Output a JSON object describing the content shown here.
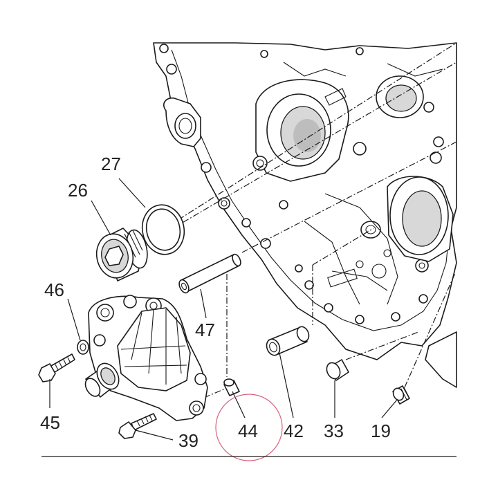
{
  "labels": {
    "p19": "19",
    "p26": "26",
    "p27": "27",
    "p33": "33",
    "p39": "39",
    "p42": "42",
    "p44": "44",
    "p45": "45",
    "p46": "46",
    "p47": "47"
  },
  "colors": {
    "line": "#1a1a1a",
    "highlight_circle": "#d9607a",
    "background": "#ffffff"
  }
}
